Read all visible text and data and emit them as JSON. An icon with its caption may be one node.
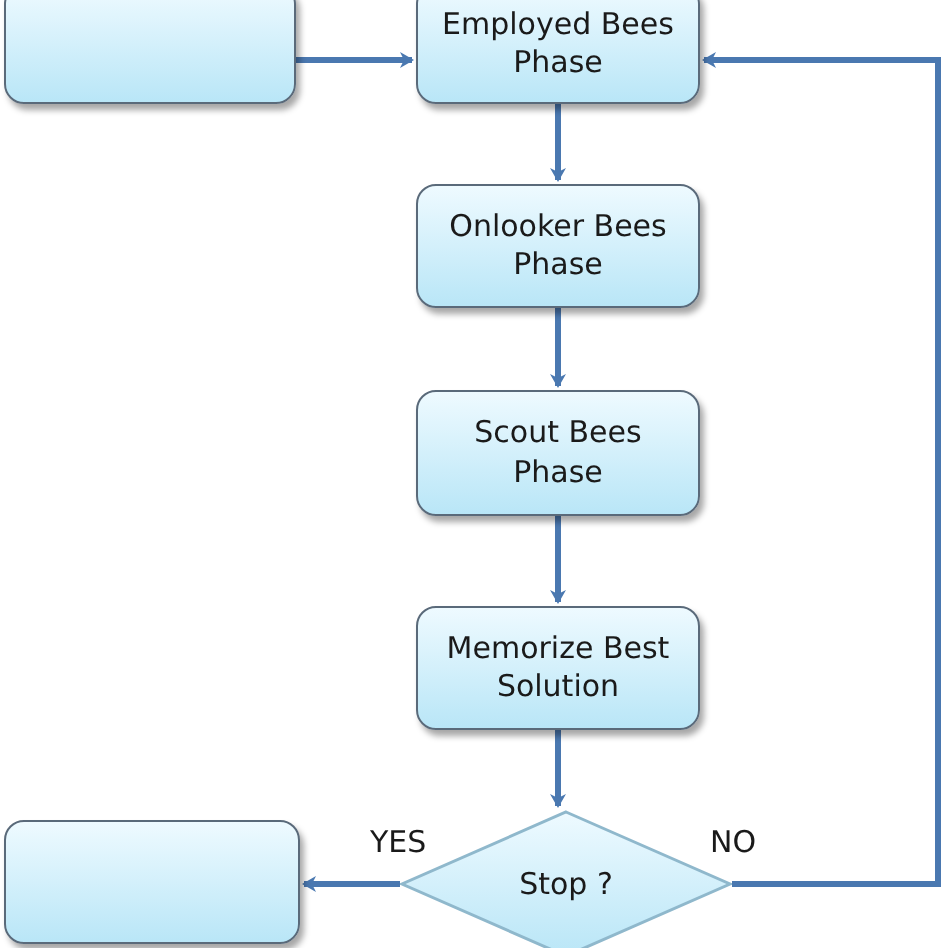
{
  "diagram": {
    "nodes": [
      {
        "text": [],
        "shape": "box"
      },
      {
        "text": [
          "Employed Bees Phase"
        ]
      },
      {
        "text": [
          "Onlooker Bees Phase"
        ]
      },
      {
        "text": [
          "Scout Bees Phase"
        ]
      },
      {
        "text": [
          "Memorize Best Solution"
        ]
      },
      {
        "text": [
          "Stop ?"
        ]
      },
      {
        "text": [],
        "shape": "box"
      }
    ],
    "edges": [
      {
        "from": 0,
        "to": 1,
        "arrow": "to"
      },
      {
        "from": 1,
        "to": 2,
        "arrow": "to"
      },
      {
        "from": 2,
        "to": 3,
        "arrow": "to"
      },
      {
        "from": 3,
        "to": 4,
        "arrow": "to"
      },
      {
        "from": 4,
        "to": 5,
        "arrow": "to"
      },
      {
        "from": 5,
        "to": 6,
        "arrow": "to",
        "label": "YES"
      },
      {
        "from": 5,
        "to": 1,
        "arrow": "to",
        "label": "NO"
      }
    ]
  }
}
